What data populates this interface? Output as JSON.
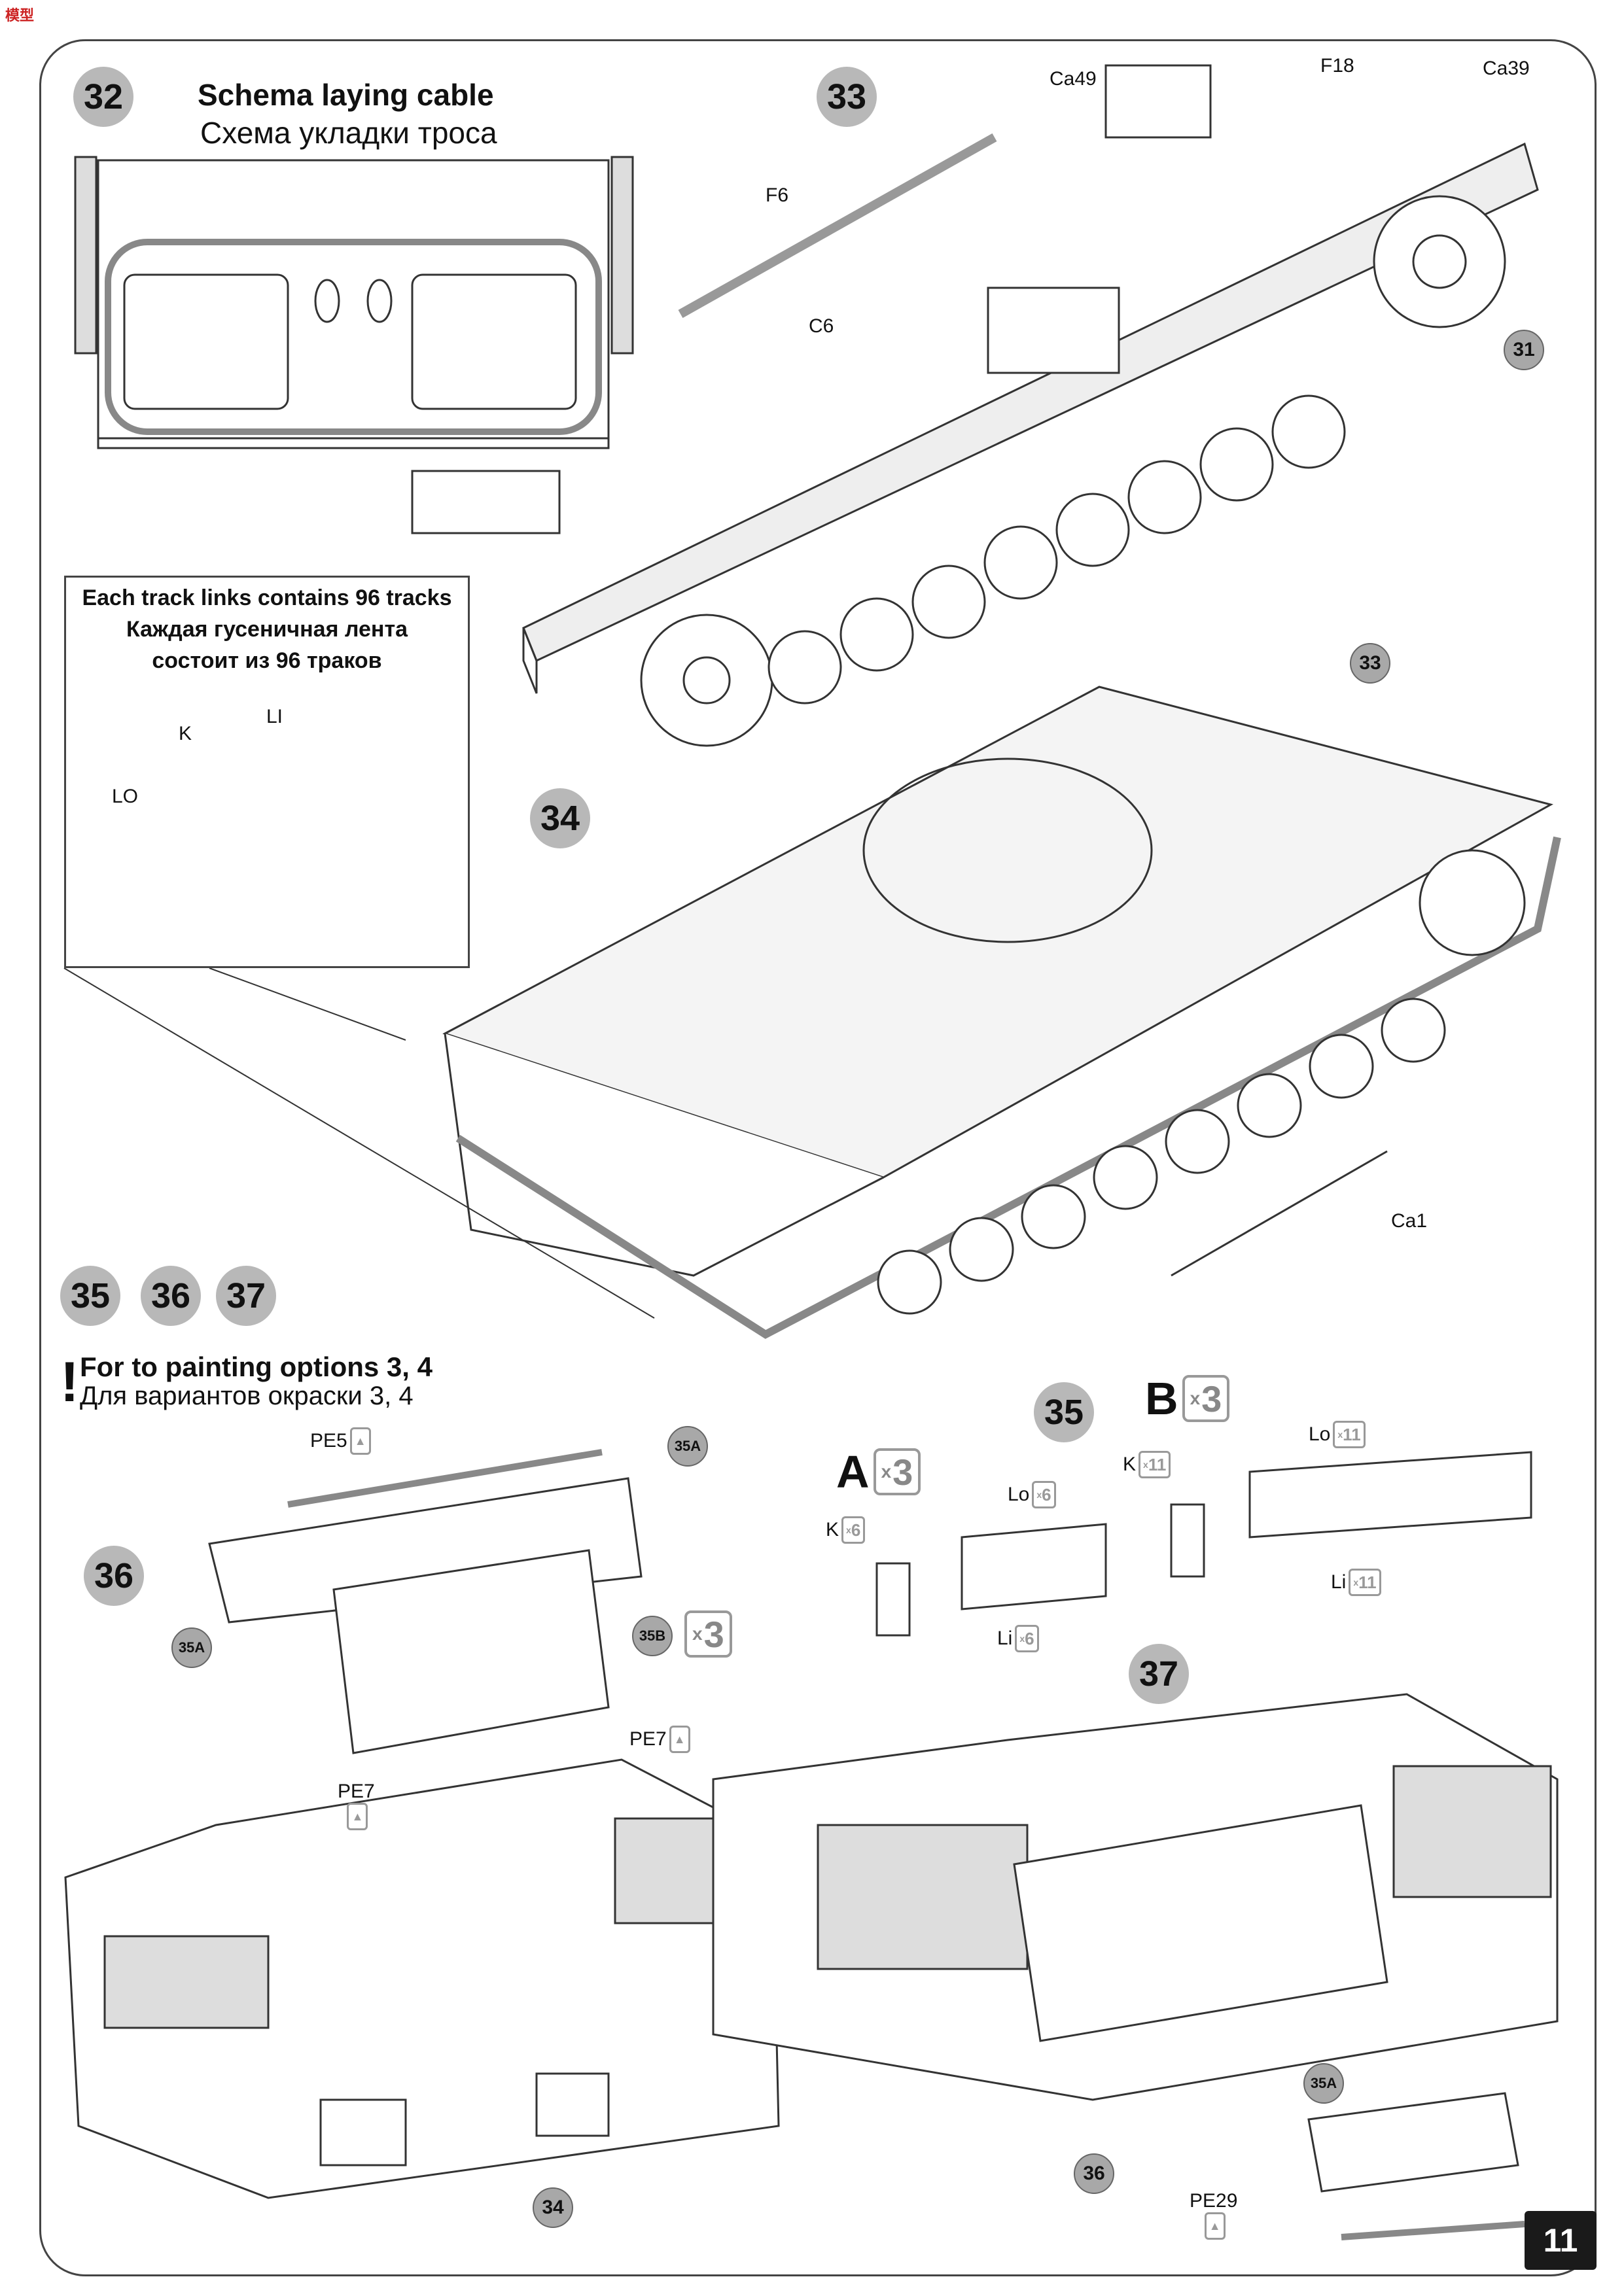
{
  "logo_text": "模型",
  "page_number": "11",
  "steps": {
    "s32": "32",
    "s33": "33",
    "s34": "34",
    "s35": "35",
    "s36": "36",
    "s37": "37"
  },
  "step32": {
    "title_en": "Schema laying cable",
    "title_ru": "Схема укладки троса"
  },
  "track_note": {
    "line1": "Each track links contains 96 tracks",
    "line2": "Каждая гусеничная лента",
    "line3": "состоит из 96  траков",
    "labels": {
      "k": "K",
      "li": "LI",
      "lo": "LO"
    }
  },
  "parts_step33": {
    "ca49": "Ca49",
    "f18": "F18",
    "ca39": "Ca39",
    "f6": "F6",
    "c6": "C6"
  },
  "refs": {
    "r31": "31",
    "r33": "33",
    "r34": "34",
    "r36": "36"
  },
  "parts_step34": {
    "ca1": "Ca1"
  },
  "painting_note": {
    "mark": "!",
    "en": "For to painting options 3, 4",
    "ru": "Для вариантов окраски 3, 4"
  },
  "step35": {
    "a_letter": "A",
    "a_mult": "3",
    "a_k": "K",
    "a_k_qty": "6",
    "a_lo": "Lo",
    "a_lo_qty": "6",
    "a_li": "Li",
    "a_li_qty": "6",
    "b_letter": "B",
    "b_mult": "3",
    "b_k": "K",
    "b_k_qty": "11",
    "b_lo": "Lo",
    "b_lo_qty": "11",
    "b_li": "Li",
    "b_li_qty": "11",
    "x": "x"
  },
  "step36": {
    "pe5": "PE5",
    "a35a_top": "35A",
    "a35a_left": "35A",
    "b35b": "35B",
    "b_mult": "3",
    "pe7_right": "PE7",
    "pe7_left": "PE7"
  },
  "step37": {
    "a35a": "35A",
    "pe29": "PE29"
  }
}
